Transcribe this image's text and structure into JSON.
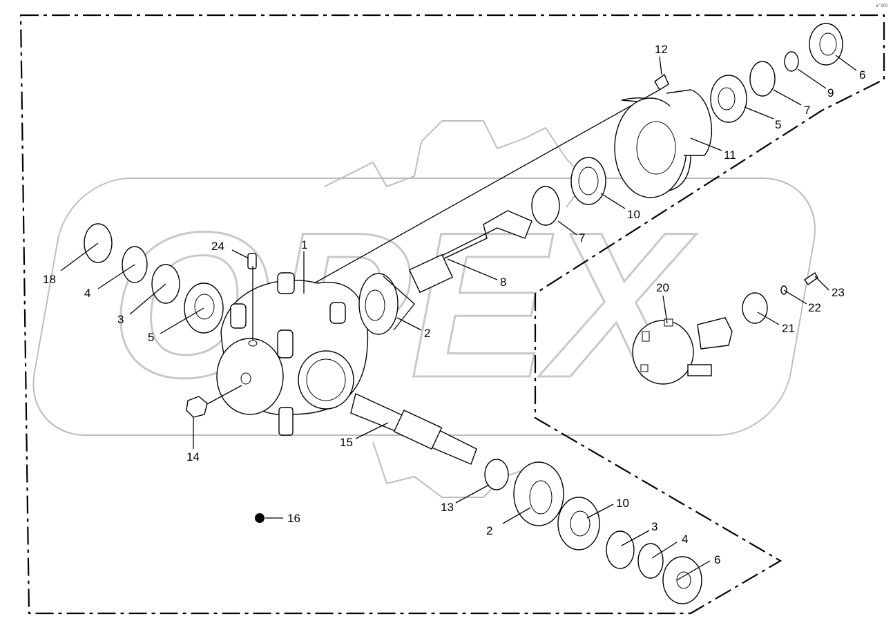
{
  "watermark": {
    "text": "OPEX"
  },
  "corner_code": "a° 900",
  "callouts": [
    {
      "id": "c-1",
      "label": "1"
    },
    {
      "id": "c-2a",
      "label": "2"
    },
    {
      "id": "c-2b",
      "label": "2"
    },
    {
      "id": "c-3a",
      "label": "3"
    },
    {
      "id": "c-3b",
      "label": "3"
    },
    {
      "id": "c-4a",
      "label": "4"
    },
    {
      "id": "c-4b",
      "label": "4"
    },
    {
      "id": "c-5a",
      "label": "5"
    },
    {
      "id": "c-5b",
      "label": "5"
    },
    {
      "id": "c-6a",
      "label": "6"
    },
    {
      "id": "c-6b",
      "label": "6"
    },
    {
      "id": "c-7a",
      "label": "7"
    },
    {
      "id": "c-7b",
      "label": "7"
    },
    {
      "id": "c-8",
      "label": "8"
    },
    {
      "id": "c-9",
      "label": "9"
    },
    {
      "id": "c-10a",
      "label": "10"
    },
    {
      "id": "c-10b",
      "label": "10"
    },
    {
      "id": "c-11",
      "label": "11"
    },
    {
      "id": "c-12",
      "label": "12"
    },
    {
      "id": "c-13",
      "label": "13"
    },
    {
      "id": "c-14",
      "label": "14"
    },
    {
      "id": "c-15",
      "label": "15"
    },
    {
      "id": "c-16",
      "label": "16"
    },
    {
      "id": "c-18",
      "label": "18"
    },
    {
      "id": "c-20",
      "label": "20"
    },
    {
      "id": "c-21",
      "label": "21"
    },
    {
      "id": "c-22",
      "label": "22"
    },
    {
      "id": "c-23",
      "label": "23"
    },
    {
      "id": "c-24",
      "label": "24"
    }
  ]
}
